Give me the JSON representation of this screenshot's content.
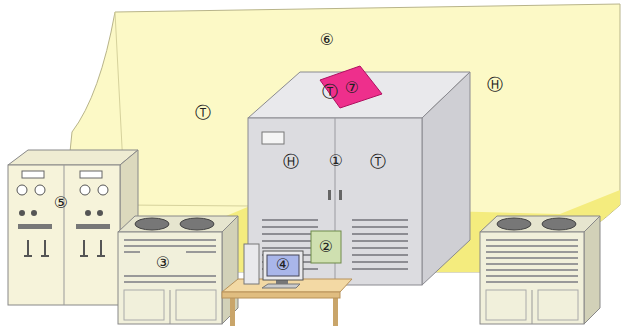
{
  "diagram": {
    "labels": [
      "⑥",
      "Ⓣ",
      "Ⓣ",
      "⑦",
      "Ⓗ",
      "Ⓗ",
      "①",
      "Ⓣ",
      "⑤",
      "②",
      "③",
      "④"
    ]
  }
}
